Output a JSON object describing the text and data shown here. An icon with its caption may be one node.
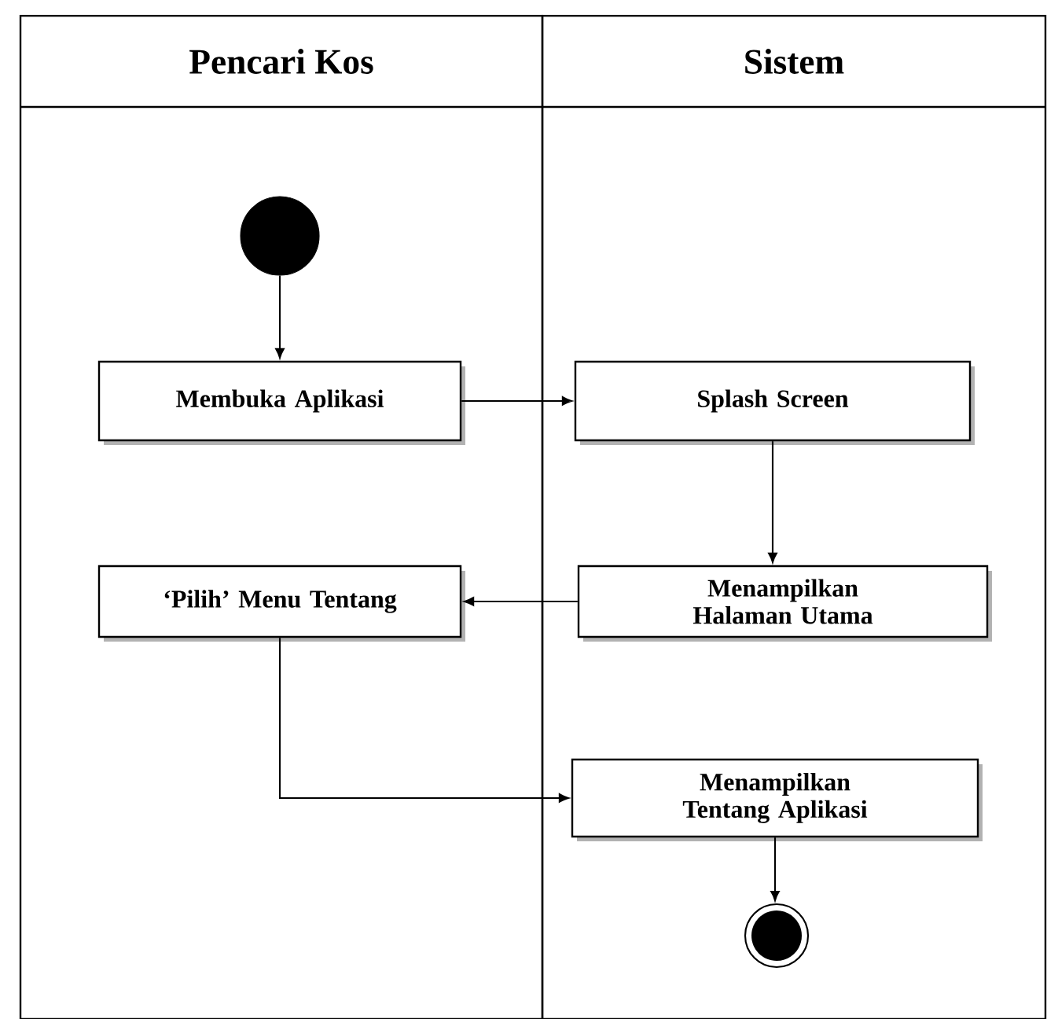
{
  "diagram": {
    "nodes": [
      {
        "text": [
          "Pencari Kos"
        ]
      },
      {
        "text": [
          "Sistem"
        ]
      },
      {
        "text": [],
        "shape": "circle",
        "in": 0
      },
      {
        "text": [
          "Membuka Aplikasi"
        ],
        "in": 0
      },
      {
        "text": [
          "Splash Screen"
        ],
        "in": 1
      },
      {
        "text": [
          "Menampilkan Halaman Utama"
        ],
        "in": 1
      },
      {
        "text": [
          "‘Pilih’ Menu Tentang"
        ],
        "in": 0
      },
      {
        "text": [
          "Menampilkan Tentang Aplikasi"
        ],
        "in": 1
      },
      {
        "text": [],
        "shape": "bullseye",
        "in": 1
      }
    ],
    "edges": [
      {
        "from": 2,
        "to": 3,
        "arrow": "to"
      },
      {
        "from": 3,
        "to": 4,
        "arrow": "to"
      },
      {
        "from": 4,
        "to": 5,
        "arrow": "to"
      },
      {
        "from": 5,
        "to": 6,
        "arrow": "to"
      },
      {
        "from": 6,
        "to": 7,
        "arrow": "to"
      },
      {
        "from": 7,
        "to": 8,
        "arrow": "to"
      }
    ]
  }
}
